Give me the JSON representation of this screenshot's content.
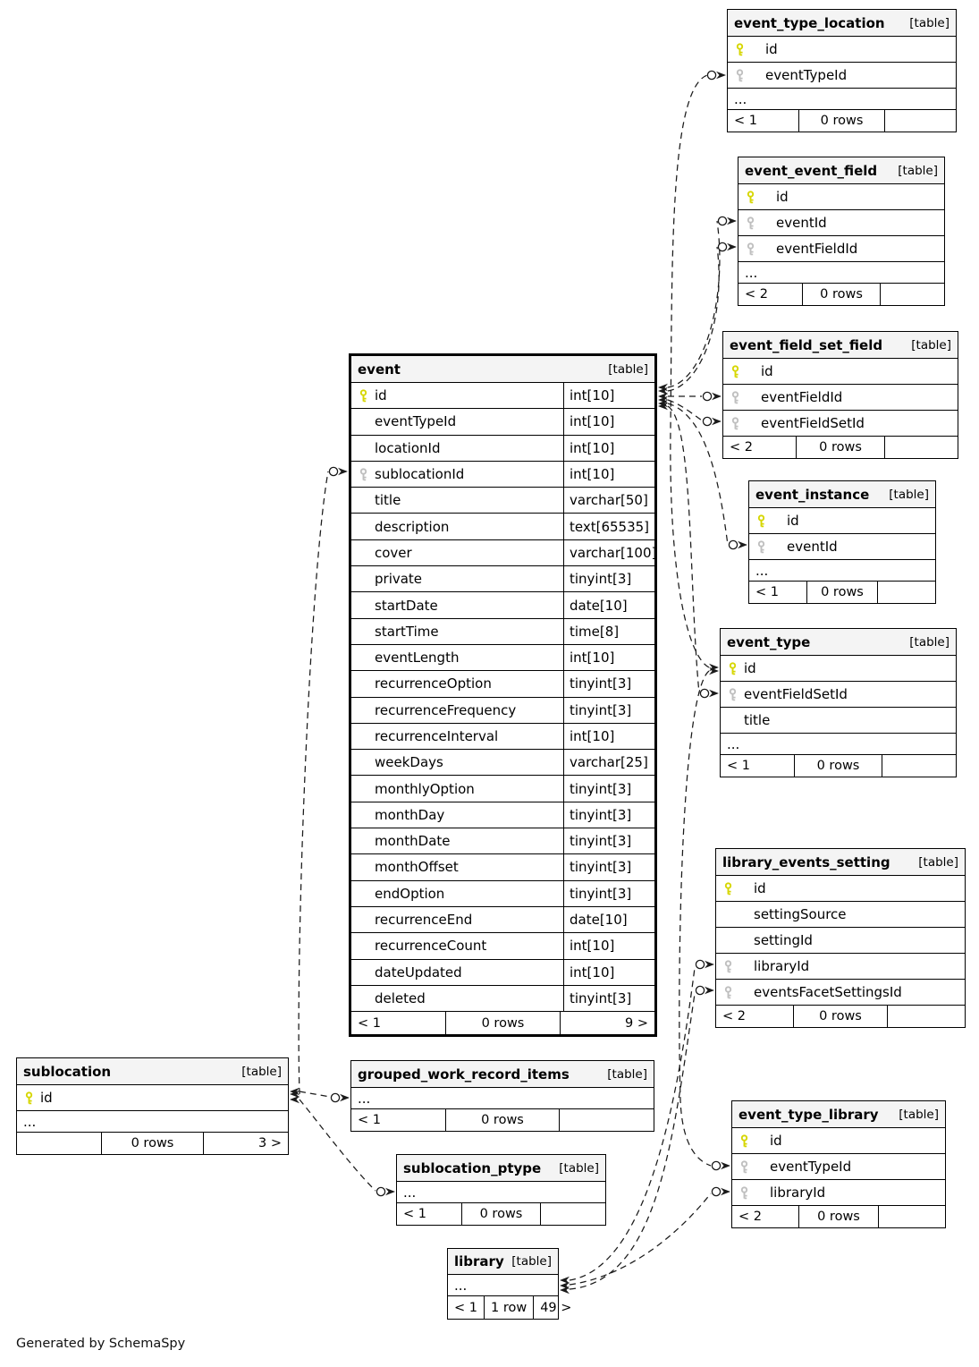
{
  "generated_note": "Generated by SchemaSpy",
  "colors": {
    "primary_key": "#d6d600",
    "foreign_key": "#bfbfbf",
    "header_bg": "#f4f4f4",
    "border": "#000000"
  },
  "tables": [
    {
      "name": "event_type_location",
      "tag": "[table]",
      "rows": [
        {
          "name": "id",
          "key": "primary"
        },
        {
          "name": "eventTypeId",
          "key": "foreign"
        },
        {
          "name": "...",
          "ellipsis": true
        }
      ],
      "footer": {
        "left": "< 1",
        "center": "0 rows",
        "right": ""
      }
    },
    {
      "name": "event_event_field",
      "tag": "[table]",
      "rows": [
        {
          "name": "id",
          "key": "primary"
        },
        {
          "name": "eventId",
          "key": "foreign"
        },
        {
          "name": "eventFieldId",
          "key": "foreign"
        },
        {
          "name": "...",
          "ellipsis": true
        }
      ],
      "footer": {
        "left": "< 2",
        "center": "0 rows",
        "right": ""
      }
    },
    {
      "name": "event_field_set_field",
      "tag": "[table]",
      "rows": [
        {
          "name": "id",
          "key": "primary"
        },
        {
          "name": "eventFieldId",
          "key": "foreign"
        },
        {
          "name": "eventFieldSetId",
          "key": "foreign"
        }
      ],
      "footer": {
        "left": "< 2",
        "center": "0 rows",
        "right": ""
      }
    },
    {
      "name": "event_instance",
      "tag": "[table]",
      "rows": [
        {
          "name": "id",
          "key": "primary"
        },
        {
          "name": "eventId",
          "key": "foreign"
        },
        {
          "name": "...",
          "ellipsis": true
        }
      ],
      "footer": {
        "left": "< 1",
        "center": "0 rows",
        "right": ""
      }
    },
    {
      "name": "event_type",
      "tag": "[table]",
      "rows": [
        {
          "name": "id",
          "key": "primary"
        },
        {
          "name": "eventFieldSetId",
          "key": "foreign"
        },
        {
          "name": "title"
        },
        {
          "name": "...",
          "ellipsis": true
        }
      ],
      "footer": {
        "left": "< 1",
        "center": "0 rows",
        "right": ""
      }
    },
    {
      "name": "library_events_setting",
      "tag": "[table]",
      "rows": [
        {
          "name": "id",
          "key": "primary"
        },
        {
          "name": "settingSource"
        },
        {
          "name": "settingId"
        },
        {
          "name": "libraryId",
          "key": "foreign"
        },
        {
          "name": "eventsFacetSettingsId",
          "key": "foreign"
        }
      ],
      "footer": {
        "left": "< 2",
        "center": "0 rows",
        "right": ""
      }
    },
    {
      "name": "event",
      "tag": "[table]",
      "focal": true,
      "rows": [
        {
          "name": "id",
          "type": "int[10]",
          "key": "primary"
        },
        {
          "name": "eventTypeId",
          "type": "int[10]"
        },
        {
          "name": "locationId",
          "type": "int[10]"
        },
        {
          "name": "sublocationId",
          "type": "int[10]",
          "key": "foreign"
        },
        {
          "name": "title",
          "type": "varchar[50]"
        },
        {
          "name": "description",
          "type": "text[65535]"
        },
        {
          "name": "cover",
          "type": "varchar[100]"
        },
        {
          "name": "private",
          "type": "tinyint[3]"
        },
        {
          "name": "startDate",
          "type": "date[10]"
        },
        {
          "name": "startTime",
          "type": "time[8]"
        },
        {
          "name": "eventLength",
          "type": "int[10]"
        },
        {
          "name": "recurrenceOption",
          "type": "tinyint[3]"
        },
        {
          "name": "recurrenceFrequency",
          "type": "tinyint[3]"
        },
        {
          "name": "recurrenceInterval",
          "type": "int[10]"
        },
        {
          "name": "weekDays",
          "type": "varchar[25]"
        },
        {
          "name": "monthlyOption",
          "type": "tinyint[3]"
        },
        {
          "name": "monthDay",
          "type": "tinyint[3]"
        },
        {
          "name": "monthDate",
          "type": "tinyint[3]"
        },
        {
          "name": "monthOffset",
          "type": "tinyint[3]"
        },
        {
          "name": "endOption",
          "type": "tinyint[3]"
        },
        {
          "name": "recurrenceEnd",
          "type": "date[10]"
        },
        {
          "name": "recurrenceCount",
          "type": "int[10]"
        },
        {
          "name": "dateUpdated",
          "type": "int[10]"
        },
        {
          "name": "deleted",
          "type": "tinyint[3]"
        }
      ],
      "footer": {
        "left": "< 1",
        "center": "0 rows",
        "right": "9 >"
      }
    },
    {
      "name": "sublocation",
      "tag": "[table]",
      "rows": [
        {
          "name": "id",
          "key": "primary"
        },
        {
          "name": "...",
          "ellipsis": true
        }
      ],
      "footer": {
        "left": "",
        "center": "0 rows",
        "right": "3 >"
      }
    },
    {
      "name": "grouped_work_record_items",
      "tag": "[table]",
      "rows": [
        {
          "name": "...",
          "ellipsis": true
        }
      ],
      "footer": {
        "left": "< 1",
        "center": "0 rows",
        "right": ""
      }
    },
    {
      "name": "sublocation_ptype",
      "tag": "[table]",
      "rows": [
        {
          "name": "...",
          "ellipsis": true
        }
      ],
      "footer": {
        "left": "< 1",
        "center": "0 rows",
        "right": ""
      }
    },
    {
      "name": "library",
      "tag": "[table]",
      "rows": [
        {
          "name": "...",
          "ellipsis": true
        }
      ],
      "footer": {
        "left": "< 1",
        "center": "1 row",
        "right": "49 >"
      }
    },
    {
      "name": "event_type_library",
      "tag": "[table]",
      "rows": [
        {
          "name": "id",
          "key": "primary"
        },
        {
          "name": "eventTypeId",
          "key": "foreign"
        },
        {
          "name": "libraryId",
          "key": "foreign"
        }
      ],
      "footer": {
        "left": "< 2",
        "center": "0 rows",
        "right": ""
      }
    }
  ]
}
